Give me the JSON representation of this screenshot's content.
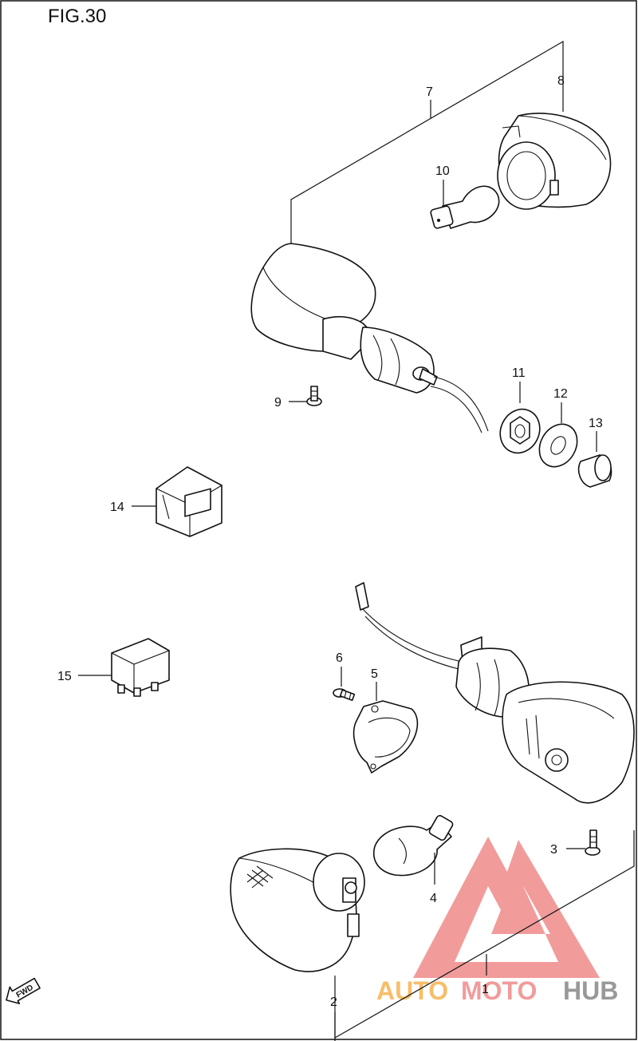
{
  "figure": {
    "title": "FIG.30"
  },
  "parts": [
    {
      "id": "p1",
      "label": "1"
    },
    {
      "id": "p2",
      "label": "2"
    },
    {
      "id": "p3",
      "label": "3"
    },
    {
      "id": "p4",
      "label": "4"
    },
    {
      "id": "p5",
      "label": "5"
    },
    {
      "id": "p6",
      "label": "6"
    },
    {
      "id": "p7",
      "label": "7"
    },
    {
      "id": "p8",
      "label": "8"
    },
    {
      "id": "p9",
      "label": "9"
    },
    {
      "id": "p10",
      "label": "10"
    },
    {
      "id": "p11",
      "label": "11"
    },
    {
      "id": "p12",
      "label": "12"
    },
    {
      "id": "p13",
      "label": "13"
    },
    {
      "id": "p14",
      "label": "14"
    },
    {
      "id": "p15",
      "label": "15"
    }
  ],
  "direction_badge": {
    "text": "FWD"
  },
  "watermark": {
    "part1": "AUTO",
    "part2": "MOTO",
    "part3": "HUB",
    "color_auto": "#f6b34e",
    "color_moto": "#f08a8a",
    "color_hub": "#888888"
  }
}
